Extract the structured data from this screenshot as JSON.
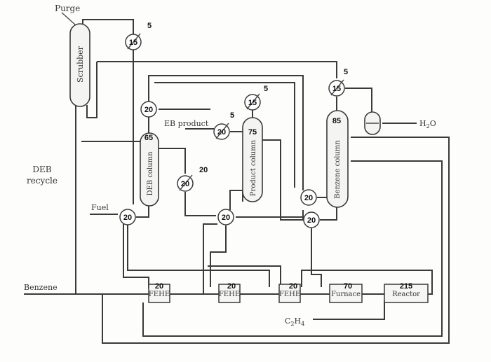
{
  "labels": {
    "purge": "Purge",
    "scrubber": "Scrubber",
    "deb_recycle_1": "DEB",
    "deb_recycle_2": "recycle",
    "eb_product": "EB product",
    "water": "H2O",
    "fuel": "Fuel",
    "benzene": "Benzene",
    "ethylene": "C2H4",
    "deb_column": "DEB column",
    "product_column": "Product column",
    "benzene_column": "Benzene column",
    "fehe": "FEHE",
    "furnace": "Furnace",
    "reactor": "Reactor"
  },
  "numbers": {
    "hx_scrubber_top": "15",
    "hx_scrubber_top_cw": "5",
    "hx_benzene_top": "15",
    "hx_benzene_top_cw": "5",
    "hx_product_top": "15",
    "hx_product_top_cw": "5",
    "hx_eb_product": "20",
    "hx_eb_product_cw": "5",
    "hx_deb_top": "20",
    "deb_column": "65",
    "product_column": "75",
    "benzene_column": "85",
    "hx_deb_side": "20",
    "hx_deb_side_cw": "20",
    "hx_fuel": "20",
    "hx_product_bottom": "20",
    "hx_benzene_bottom": "20",
    "hx_benzene_side": "20",
    "fehe_1": "20",
    "fehe_2": "20",
    "fehe_3": "20",
    "furnace": "70",
    "reactor": "215"
  }
}
